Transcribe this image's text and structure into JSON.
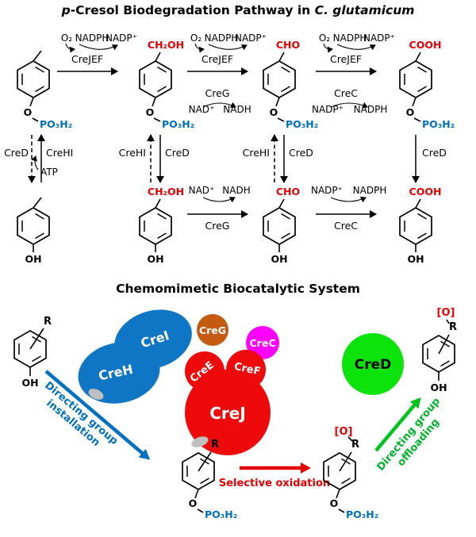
{
  "titles": {
    "pathway_p": "p",
    "pathway_rest": "-Cresol Biodegradation Pathway in ",
    "pathway_species": "C. glutamicum",
    "system": "Chemomimetic Biocatalytic System"
  },
  "enzymes": {
    "creJEF": "CreJEF",
    "creG": "CreG",
    "creC": "CreC",
    "creHI": "CreHI",
    "creD": "CreD",
    "creI": "CreI",
    "creH": "CreH",
    "creE": "CreE",
    "creF": "CreF",
    "creJ": "CreJ"
  },
  "cofactors": {
    "o2": "O₂",
    "nadph": "NADPH",
    "nadpPlus": "NADP⁺",
    "nadPlus": "NAD⁺",
    "nadh": "NADH",
    "atp": "ATP"
  },
  "substituents": {
    "ch2oh": "CH₂OH",
    "cho": "CHO",
    "cooh": "COOH",
    "oh": "OH",
    "o": "O",
    "po3h2": "PO₃H₂",
    "r": "R",
    "oxo": "[O]"
  },
  "annotations": {
    "install_line1": "Directing group",
    "install_line2": "installation",
    "oxidation": "Selective oxidation",
    "offload_line1": "Directing group",
    "offload_line2": "offloading"
  },
  "colors": {
    "red": "#e60000",
    "blue": "#0070c0",
    "green_arrow": "#00c41e",
    "green_circle": "#0be30b",
    "orange_circle": "#c55a11",
    "magenta_circle": "#ff00ff",
    "blob_blue": "#0e76c4",
    "blob_red": "#ee0a0a"
  }
}
